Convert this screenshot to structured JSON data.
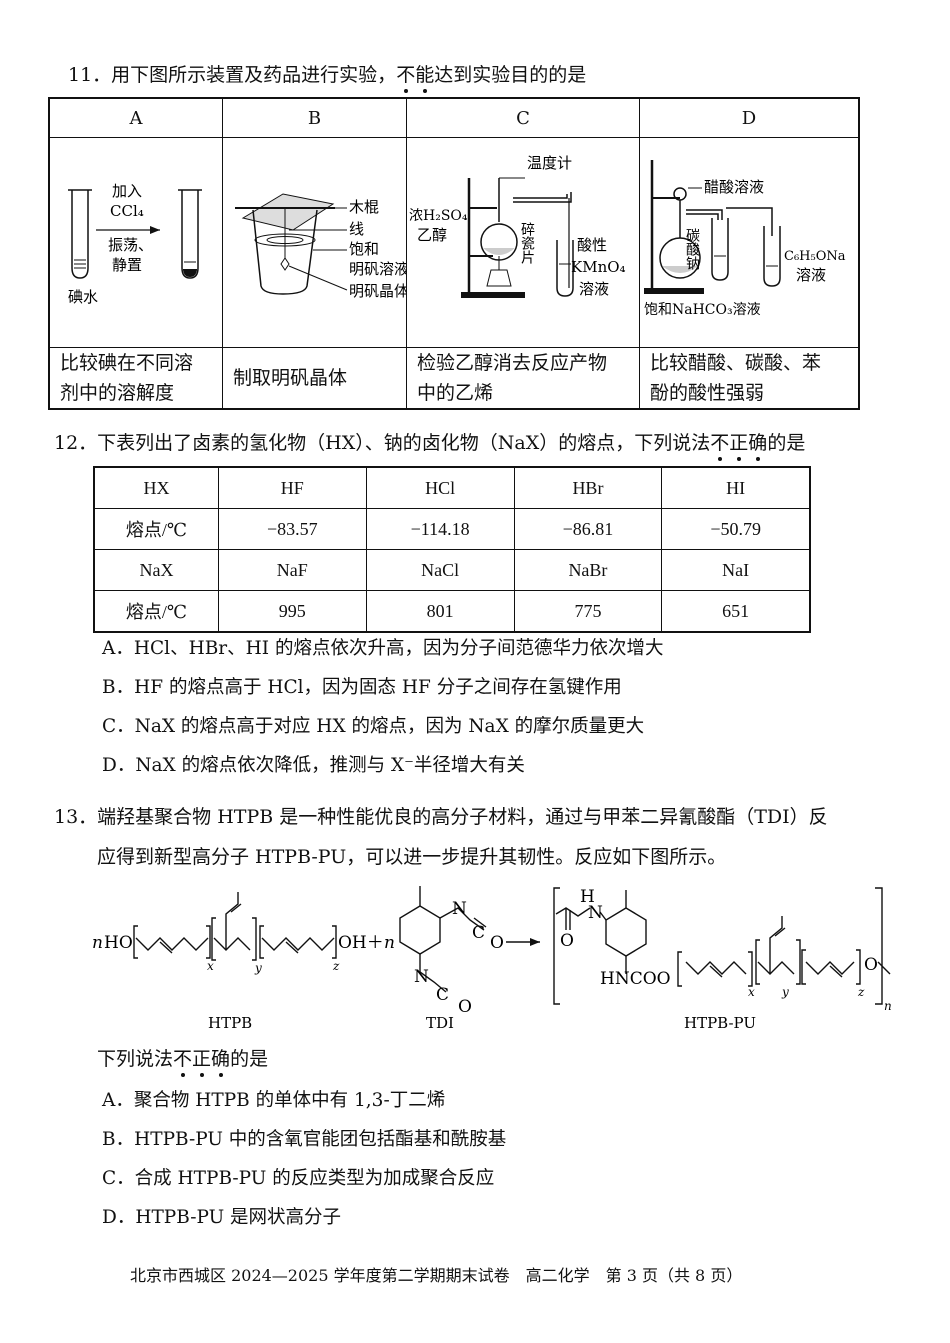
{
  "q11": {
    "stem_prefix": "11．用下图所示装置及药品进行实验，",
    "stem_emph": [
      "不",
      "能"
    ],
    "stem_suffix": "达到实验目的的是",
    "columns": [
      {
        "letter": "A",
        "purpose_line1": "比较碘在不同溶",
        "purpose_line2": "剂中的溶解度",
        "labels": {
          "add": "加入",
          "reagent": "CCl₄",
          "shake": "振荡、",
          "stand": "静置",
          "iodine": "碘水"
        }
      },
      {
        "letter": "B",
        "purpose_line1": "制取明矾晶体",
        "purpose_line2": "",
        "labels": {
          "stick": "木棍",
          "thread": "线",
          "solution1": "饱和",
          "solution2": "明矾溶液",
          "crystal": "明矾晶体"
        }
      },
      {
        "letter": "C",
        "purpose_line1": "检验乙醇消去反应产物",
        "purpose_line2": "中的乙烯",
        "labels": {
          "thermometer": "温度计",
          "acid": "浓H₂SO₄",
          "ethanol": "乙醇",
          "porcelain": "碎瓷片",
          "kmno4_1": "酸性",
          "kmno4_2": "KMnO₄",
          "kmno4_3": "溶液"
        }
      },
      {
        "letter": "D",
        "purpose_line1": "比较醋酸、碳酸、苯",
        "purpose_line2": "酚的酸性强弱",
        "labels": {
          "acetic": "醋酸溶液",
          "carbonate": "碳酸钠",
          "phenolate1": "C₆H₅ONa",
          "phenolate2": "溶液",
          "bicarb": "饱和NaHCO₃溶液"
        }
      }
    ]
  },
  "q12": {
    "stem_prefix": "12．下表列出了卤素的氢化物（HX）、钠的卤化物（NaX）的熔点，下列说法",
    "stem_emph": [
      "不",
      "正",
      "确"
    ],
    "stem_suffix": "的是",
    "table": [
      [
        "HX",
        "HF",
        "HCl",
        "HBr",
        "HI"
      ],
      [
        "熔点/℃",
        "−83.57",
        "−114.18",
        "−86.81",
        "−50.79"
      ],
      [
        "NaX",
        "NaF",
        "NaCl",
        "NaBr",
        "NaI"
      ],
      [
        "熔点/℃",
        "995",
        "801",
        "775",
        "651"
      ]
    ],
    "options": [
      "A．HCl、HBr、HI 的熔点依次升高，因为分子间范德华力依次增大",
      "B．HF 的熔点高于 HCl，因为固态 HF 分子之间存在氢键作用",
      "C．NaX 的熔点高于对应 HX 的熔点，因为 NaX 的摩尔质量更大",
      "D．NaX 的熔点依次降低，推测与 X⁻半径增大有关"
    ]
  },
  "q13": {
    "stem_line1": "13．端羟基聚合物 HTPB 是一种性能优良的高分子材料，通过与甲苯二异氰酸酯（TDI）反",
    "stem_line2": "应得到新型高分子 HTPB-PU，可以进一步提升其韧性。反应如下图所示。",
    "scheme": {
      "n": "n",
      "ho": "HO",
      "oh_plus": "OH＋",
      "x": "x",
      "y": "y",
      "z": "z",
      "n_coef": "n",
      "o": "O",
      "c": "C",
      "nn": "N",
      "h": "H",
      "nhcoo": "HNCOO",
      "o_end": "O",
      "sub_n": "n",
      "label_htpb": "HTPB",
      "label_tdi": "TDI",
      "label_pu": "HTPB-PU"
    },
    "sub_prefix": "下列说法",
    "sub_emph": [
      "不",
      "正",
      "确"
    ],
    "sub_suffix": "的是",
    "options": [
      "A．聚合物 HTPB 的单体中有 1,3-丁二烯",
      "B．HTPB-PU 中的含氧官能团包括酯基和酰胺基",
      "C．合成 HTPB-PU 的反应类型为加成聚合反应",
      "D．HTPB-PU 是网状高分子"
    ]
  },
  "footer": "北京市西城区 2024—2025 学年度第二学期期末试卷　高二化学　第 3 页（共 8 页）"
}
